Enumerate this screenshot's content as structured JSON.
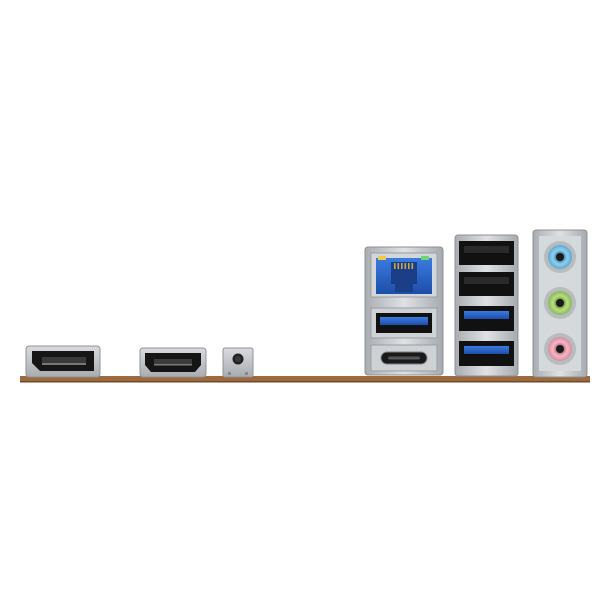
{
  "image": {
    "subject": "motherboard-rear-io-panel",
    "background": "#ffffff",
    "colors": {
      "pcb_edge": "#9c6a3c",
      "shield_metal": "#c3c6ca",
      "port_black": "#1a1a1a",
      "usb3_blue": "#2a63c8",
      "lan_blue": "#2f6fd0",
      "audio_blue": "#7ec3e6",
      "audio_green": "#a6d26e",
      "audio_pink": "#efa6b6"
    }
  },
  "ports": [
    {
      "name": "displayport",
      "icon": "displayport-connector-icon"
    },
    {
      "name": "hdmi",
      "icon": "hdmi-connector-icon"
    },
    {
      "name": "bios-flashback-button",
      "icon": "push-button-icon"
    },
    {
      "name": "rj45-lan",
      "icon": "ethernet-port-icon"
    },
    {
      "name": "usb-3-type-a",
      "icon": "usb-a-icon"
    },
    {
      "name": "usb-type-c",
      "icon": "usb-c-icon"
    },
    {
      "name": "usb-2-type-a",
      "count": 2,
      "icon": "usb-a-icon"
    },
    {
      "name": "usb-3-type-a",
      "count": 2,
      "icon": "usb-a-icon"
    },
    {
      "name": "audio-line-in",
      "color": "blue",
      "icon": "audio-jack-icon"
    },
    {
      "name": "audio-line-out",
      "color": "green",
      "icon": "audio-jack-icon"
    },
    {
      "name": "audio-mic-in",
      "color": "pink",
      "icon": "audio-jack-icon"
    }
  ]
}
